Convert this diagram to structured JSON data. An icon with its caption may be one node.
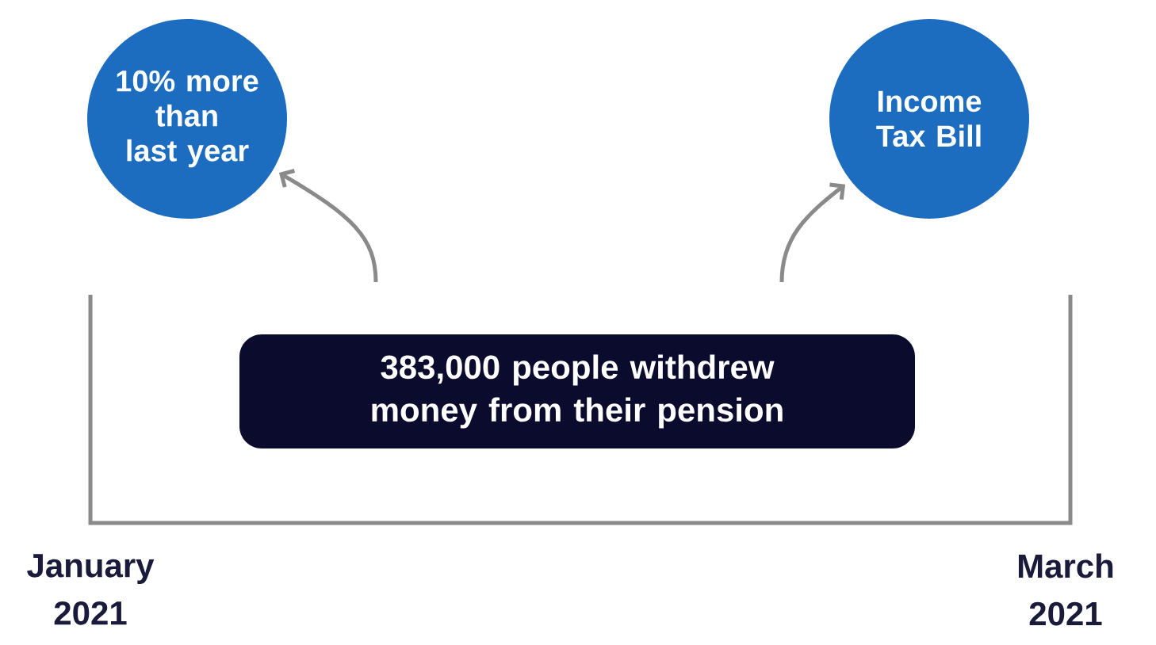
{
  "diagram": {
    "nodes": [
      {
        "text": [
          "10% more than last year"
        ]
      },
      {
        "text": [
          "Income Tax Bill"
        ]
      },
      {
        "text": [
          "383,000 people withdrew money from their pension"
        ]
      }
    ],
    "edges": [
      {
        "from": null,
        "to": 0,
        "arrow": "to"
      },
      {
        "from": null,
        "to": 1,
        "arrow": "to"
      }
    ],
    "labels": [
      "January 2021",
      "March 2021"
    ]
  }
}
